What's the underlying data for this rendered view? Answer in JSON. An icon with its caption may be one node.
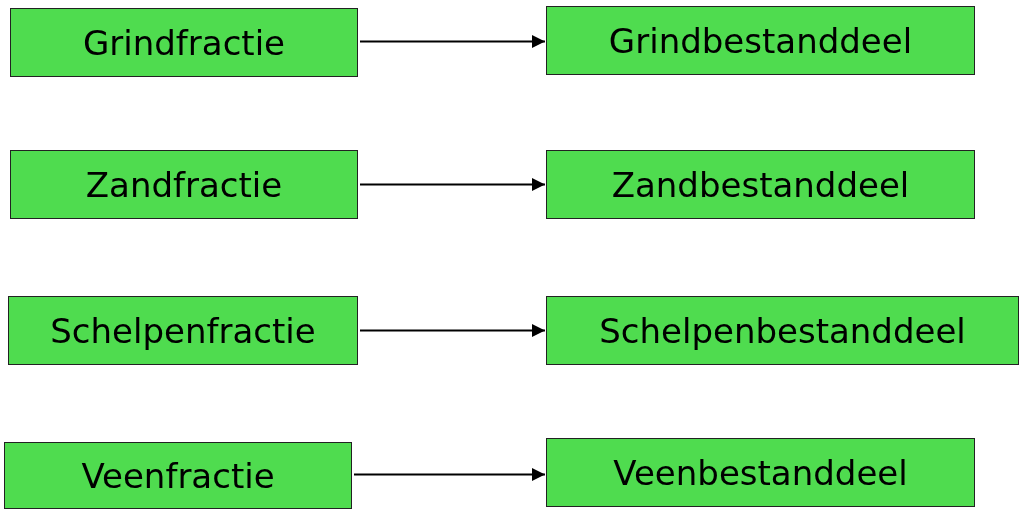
{
  "diagram": {
    "nodes": [
      {
        "text": [
          "Grindfractie"
        ]
      },
      {
        "text": [
          "Grindbestanddeel"
        ]
      },
      {
        "text": [
          "Zandfractie"
        ]
      },
      {
        "text": [
          "Zandbestanddeel"
        ]
      },
      {
        "text": [
          "Schelpenfractie"
        ]
      },
      {
        "text": [
          "Schelpenbestanddeel"
        ]
      },
      {
        "text": [
          "Veenfractie"
        ]
      },
      {
        "text": [
          "Veenbestanddeel"
        ]
      }
    ],
    "edges": [
      {
        "from": 0,
        "to": 1,
        "arrow": "to"
      },
      {
        "from": 2,
        "to": 3,
        "arrow": "to"
      },
      {
        "from": 4,
        "to": 5,
        "arrow": "to"
      },
      {
        "from": 6,
        "to": 7,
        "arrow": "to"
      }
    ]
  }
}
